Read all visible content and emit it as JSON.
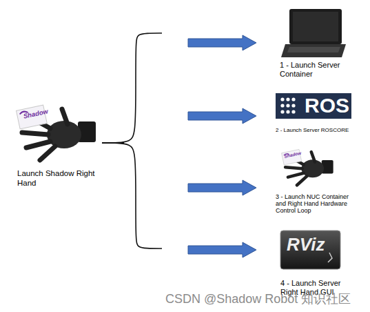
{
  "diagram": {
    "nodes": [
      {
        "text": [
          "Launch Shadow Right Hand"
        ]
      },
      {
        "text": [
          "1 - Launch Server Container"
        ]
      },
      {
        "text": [
          "2 - Launch Server ROSCORE"
        ]
      },
      {
        "text": [
          "3 - Launch NUC Container and Right Hand Hardware Control Loop"
        ]
      },
      {
        "text": [
          "4 - Launch Server Right Hand GUI"
        ]
      }
    ],
    "edges": [
      {
        "from": 0,
        "to": 1,
        "arrow": "to"
      },
      {
        "from": 0,
        "to": 2,
        "arrow": "to"
      },
      {
        "from": 0,
        "to": 3,
        "arrow": "to"
      },
      {
        "from": 0,
        "to": 4,
        "arrow": "to"
      }
    ],
    "labels": [
      "ROS",
      "Shadow",
      "Shadow",
      "RViz",
      "CSDN @Shadow Robot 知识社区"
    ]
  }
}
